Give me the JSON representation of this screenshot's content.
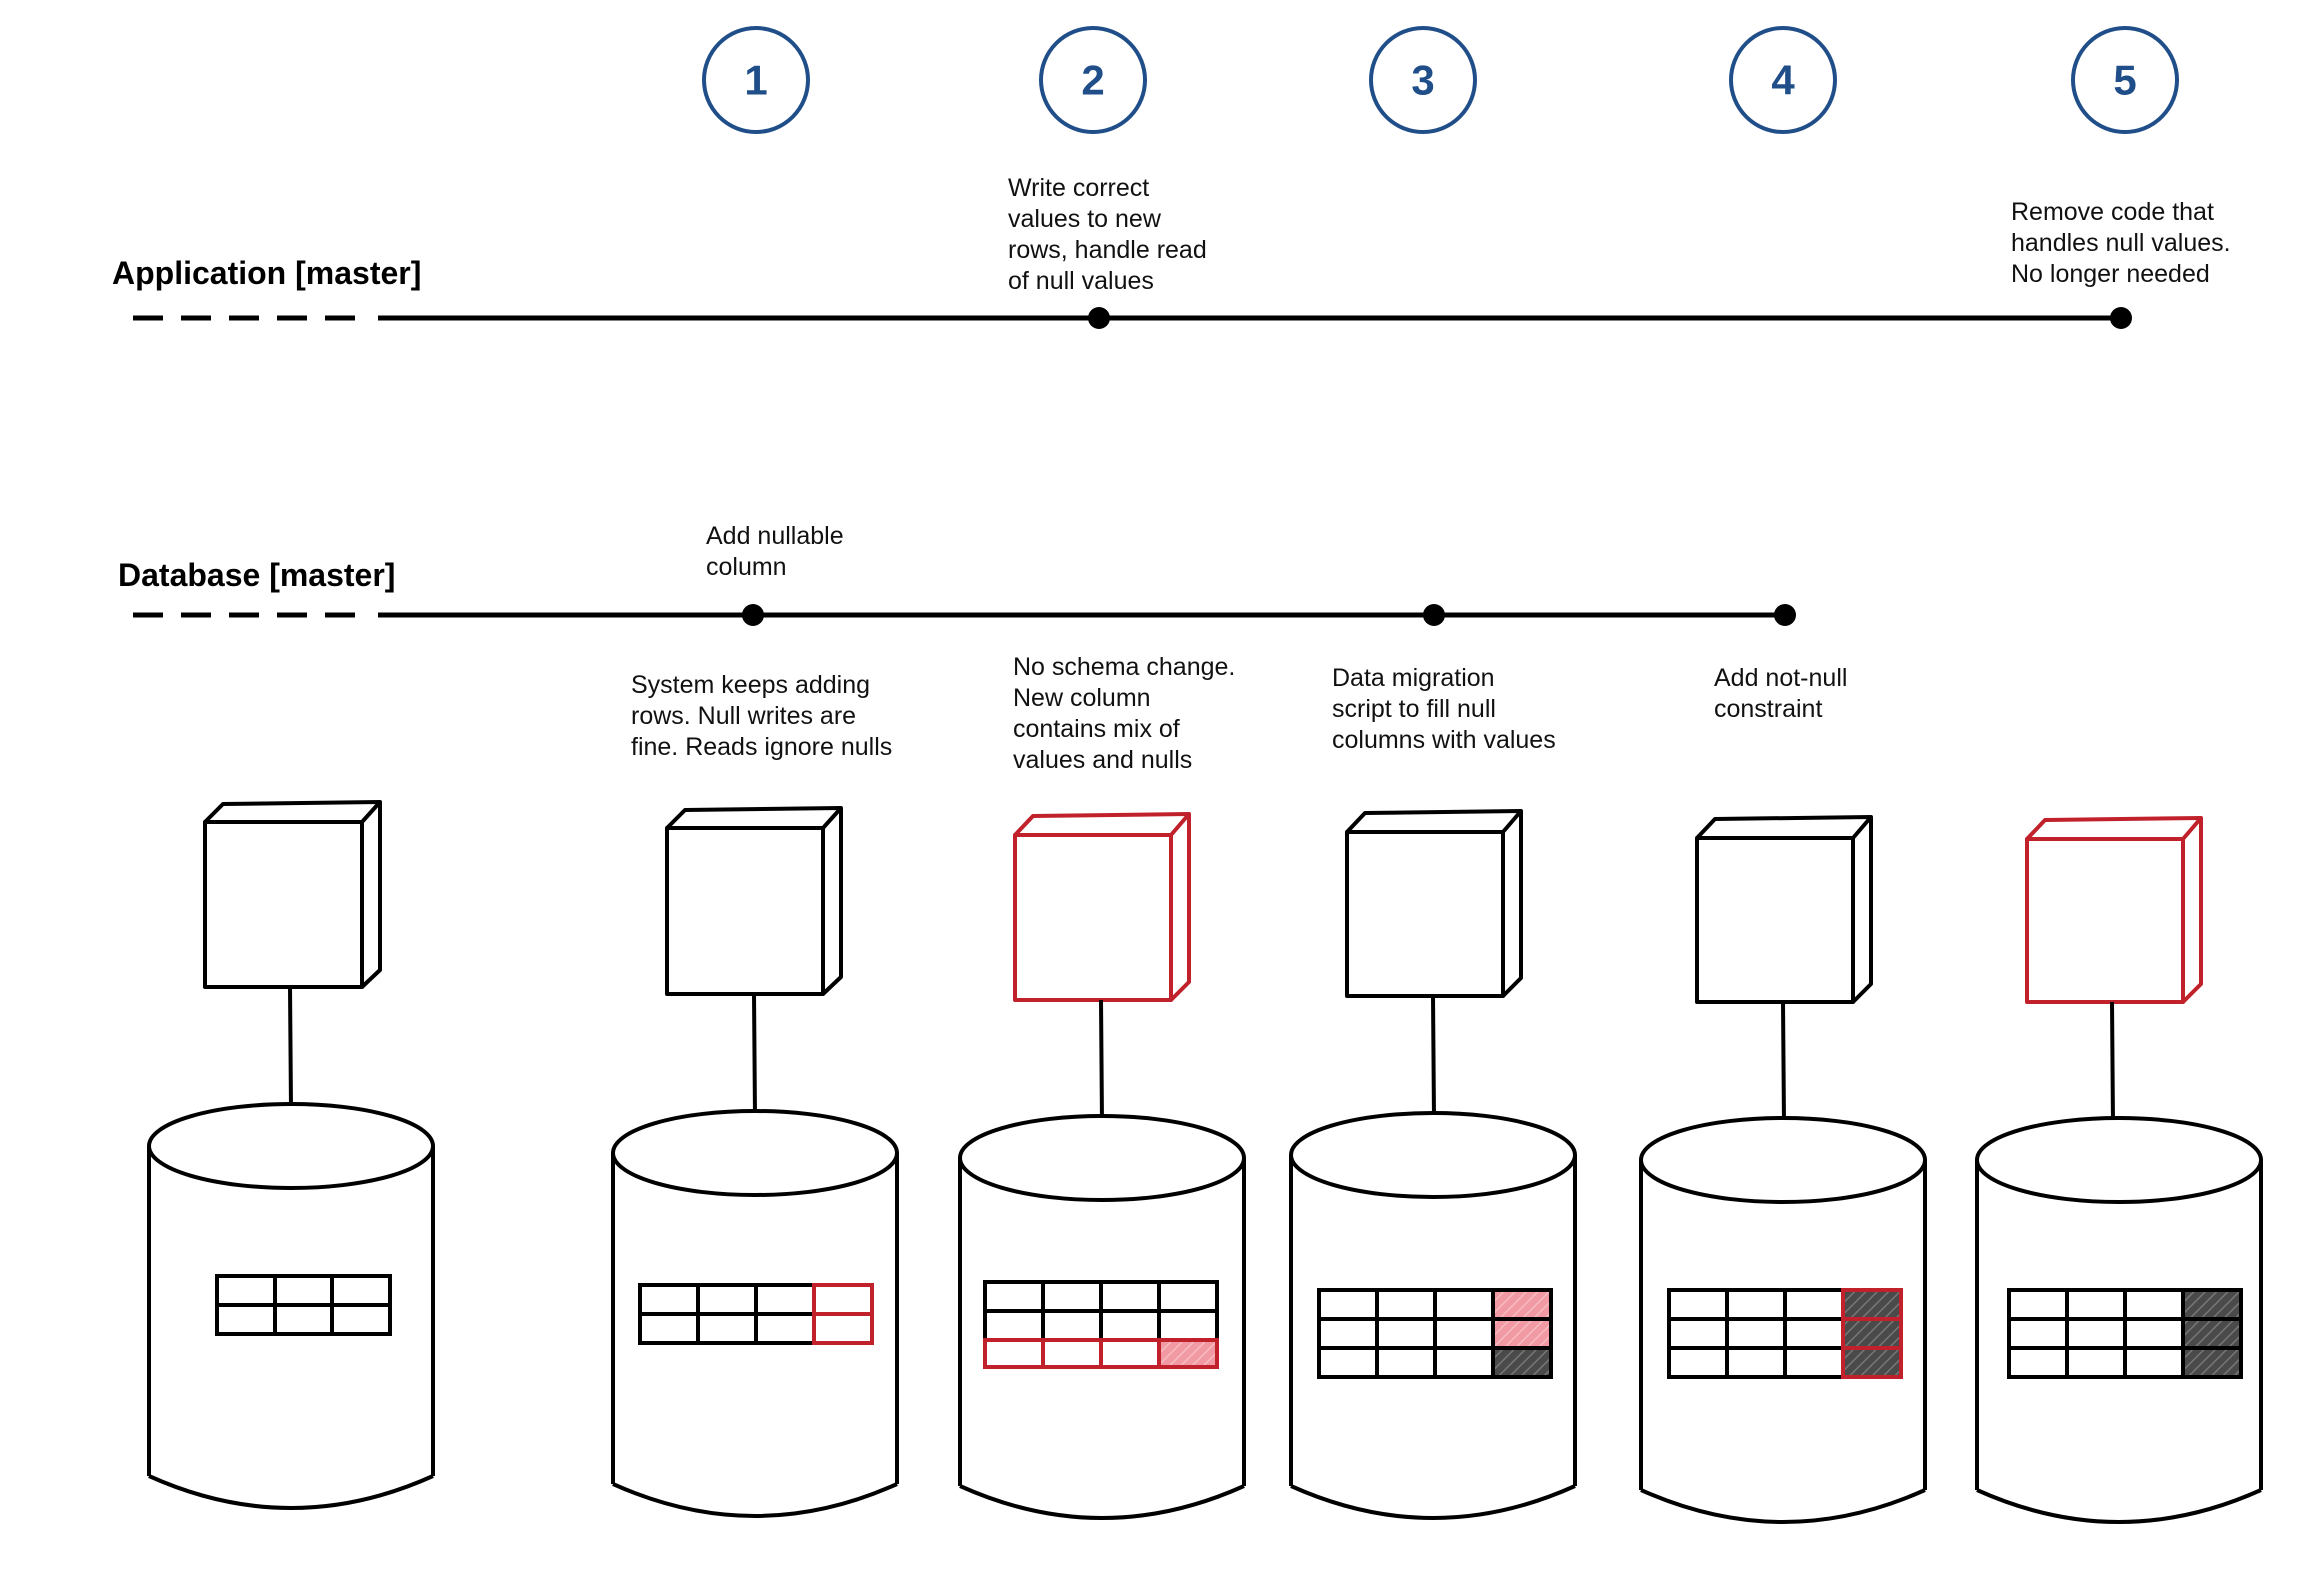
{
  "steps": [
    "1",
    "2",
    "3",
    "4",
    "5"
  ],
  "lanes": {
    "application": "Application [master]",
    "database": "Database [master]"
  },
  "notes": {
    "app_step2": [
      "Write correct",
      "values to new",
      "rows, handle read",
      "of null values"
    ],
    "app_step5": [
      "Remove code that",
      "handles null values.",
      "No longer needed"
    ],
    "db_step1": [
      "Add nullable",
      "column"
    ],
    "db_step1_below": [
      "System keeps adding",
      "rows. Null writes are",
      "fine. Reads ignore nulls"
    ],
    "db_step2_below": [
      "No schema change.",
      "New column",
      "contains mix of",
      "values and nulls"
    ],
    "db_step3_below": [
      "Data migration",
      "script to fill null",
      "columns with values"
    ],
    "db_step4_below": [
      "Add not-null",
      "constraint"
    ]
  },
  "colors": {
    "accent_blue": "#1f4e89",
    "ink": "#000000",
    "red": "#c0212b",
    "pink_fill": "#f19aa3",
    "dark_fill": "#4a4a4a"
  },
  "stages": [
    {
      "server": "black",
      "grid_cols": 3,
      "grid_rows": 2,
      "new_col": "none",
      "red_rows": 0
    },
    {
      "server": "black",
      "grid_cols": 4,
      "grid_rows": 2,
      "new_col": "red-empty",
      "red_rows": 0
    },
    {
      "server": "red",
      "grid_cols": 4,
      "grid_rows": 3,
      "new_col": "mixed",
      "red_rows": 1
    },
    {
      "server": "black",
      "grid_cols": 4,
      "grid_rows": 3,
      "new_col": "filling",
      "red_rows": 0
    },
    {
      "server": "black",
      "grid_cols": 4,
      "grid_rows": 3,
      "new_col": "filled-red-border",
      "red_rows": 0
    },
    {
      "server": "red",
      "grid_cols": 4,
      "grid_rows": 3,
      "new_col": "filled",
      "red_rows": 0
    }
  ]
}
